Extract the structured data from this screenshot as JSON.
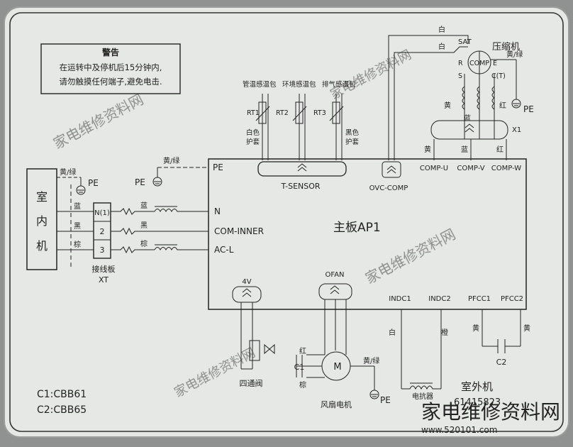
{
  "warning": {
    "title": "警告",
    "line1": "在运转中及停机后15分钟内,",
    "line2": "请勿触摸任何端子,避免电击."
  },
  "indoor": {
    "label_chars": [
      "室",
      "内",
      "机"
    ],
    "ground_wire": "黄/绿",
    "ground": "PE",
    "wires": [
      "蓝",
      "黑",
      "棕"
    ]
  },
  "terminal_block": {
    "terminals": [
      "N(1)",
      "2",
      "3"
    ],
    "name": "接线板",
    "code": "XT"
  },
  "board": {
    "name": "主板AP1",
    "pe_port": "PE",
    "pe_wire": "黄/绿",
    "pe_ground": "PE",
    "inputs": [
      "N",
      "COM-INNER",
      "AC-L"
    ],
    "inline_wires": [
      "蓝",
      "黑",
      "棕"
    ],
    "bottom_ports": [
      "INDC1",
      "INDC2",
      "PFCC1",
      "PFCC2"
    ],
    "top_ports": [
      "OVC-COMP",
      "COMP-U",
      "COMP-V",
      "COMP-W"
    ]
  },
  "sensors": {
    "connector": "T-SENSOR",
    "labels": [
      "管温感温包",
      "环境感温包",
      "排气感温包"
    ],
    "codes": [
      "RT1",
      "RT2",
      "RT3"
    ],
    "sleeve_white": [
      "白色",
      "护套"
    ],
    "sleeve_black": [
      "黑色",
      "护套"
    ]
  },
  "compressor": {
    "title": "压缩机",
    "sat": "SAT",
    "white_wires": [
      "白",
      "白"
    ],
    "center": "COMP",
    "pins": [
      "R",
      "E",
      "S",
      "C(T)"
    ],
    "ground_wire": "黄/绿",
    "ground": "PE",
    "winding_colors": [
      "黄",
      "蓝",
      "红"
    ],
    "connector": "X1",
    "phase_colors": [
      "黄",
      "蓝",
      "红"
    ]
  },
  "valve": {
    "connector": "4V",
    "label": "四通阀"
  },
  "fan": {
    "connector": "OFAN",
    "capacitor": "C1",
    "wire_red": "红",
    "wire_brown": "棕",
    "wire_ground": "黄/绿",
    "motor": "M",
    "label": "风扇电机",
    "ground": "PE"
  },
  "reactor": {
    "wire_white": "白",
    "wire_orange": "橙",
    "label": "电抗器"
  },
  "pfc_cap": {
    "wire_a": "黄",
    "wire_b": "黄",
    "label": "C2"
  },
  "notes": {
    "c1": "C1:CBB61",
    "c2": "C2:CBB65"
  },
  "model": {
    "title": "室外机",
    "code": "61415823"
  },
  "watermark": {
    "brand": "家电维修资料网",
    "url": "www.520101.com"
  },
  "colors": {
    "background": "#8f9290",
    "plate": "#e5e7e4",
    "ink": "#222222",
    "watermark": "#c0302b"
  }
}
